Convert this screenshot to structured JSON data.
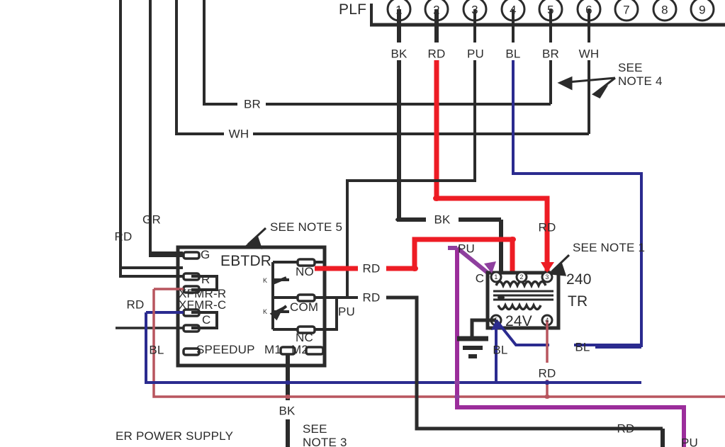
{
  "diagram": {
    "title_block": "PLF",
    "type": "hvac-wiring-schematic"
  },
  "plf_connector": {
    "label": "PLF",
    "terminals": [
      {
        "number": "1",
        "wire": "BK"
      },
      {
        "number": "2",
        "wire": "RD"
      },
      {
        "number": "3",
        "wire": "PU"
      },
      {
        "number": "4",
        "wire": "BL"
      },
      {
        "number": "5",
        "wire": "BR"
      },
      {
        "number": "6",
        "wire": "WH"
      },
      {
        "number": "7",
        "wire": ""
      },
      {
        "number": "8",
        "wire": ""
      },
      {
        "number": "9",
        "wire": ""
      }
    ]
  },
  "notes": {
    "note1": "SEE NOTE 1",
    "note3": "SEE\nNOTE 3",
    "note4": "SEE\nNOTE 4",
    "note5": "SEE NOTE 5"
  },
  "ebtdr": {
    "name": "EBTDR",
    "terminals_left": [
      {
        "label": "G"
      },
      {
        "label": "R"
      },
      {
        "label": "XFMR-R"
      },
      {
        "label": "XFMR-C"
      },
      {
        "label": "C"
      },
      {
        "label": "SPEEDUP"
      }
    ],
    "relay_contacts": [
      {
        "label": "NO"
      },
      {
        "label": "COM"
      },
      {
        "label": "NC"
      }
    ],
    "relay_coil_marks": [
      "K",
      "K"
    ],
    "motor_terminals": [
      {
        "label": "M1"
      },
      {
        "label": "M2"
      }
    ]
  },
  "transformer": {
    "name": "TR",
    "primary_voltage": "240",
    "secondary_voltage": "24V",
    "common_label": "C",
    "primary_taps": [
      "1",
      "2",
      "3"
    ],
    "secondary_taps": [
      "5",
      "4"
    ]
  },
  "wire_labels": {
    "left_rd_top": "RD",
    "left_gr": "GR",
    "left_rd_mid": "RD",
    "left_bl": "BL",
    "bus_br": "BR",
    "bus_wh": "WH",
    "mid_bk": "BK",
    "mid_rd_to_transformer": "RD",
    "ebtdr_no_rd": "RD",
    "ebtdr_com_rd": "RD",
    "ebtdr_pu": "PU",
    "transformer_pu": "PU",
    "bottom_bk": "BK",
    "transformer_bl_left": "BL",
    "transformer_bl_right": "BL",
    "transformer_rd": "RD",
    "bottom_right_rd": "RD",
    "bottom_right_pu": "PU"
  },
  "footer": {
    "power_supply_text": "ER POWER SUPPLY"
  },
  "colors": {
    "black": "#2b2b2b",
    "red": "#ed1c24",
    "dark_red": "#b8555e",
    "blue": "#2b2b8f",
    "purple": "#8e3f9e",
    "magenta": "#9b2d9b",
    "white_bg": "#ffffff"
  }
}
